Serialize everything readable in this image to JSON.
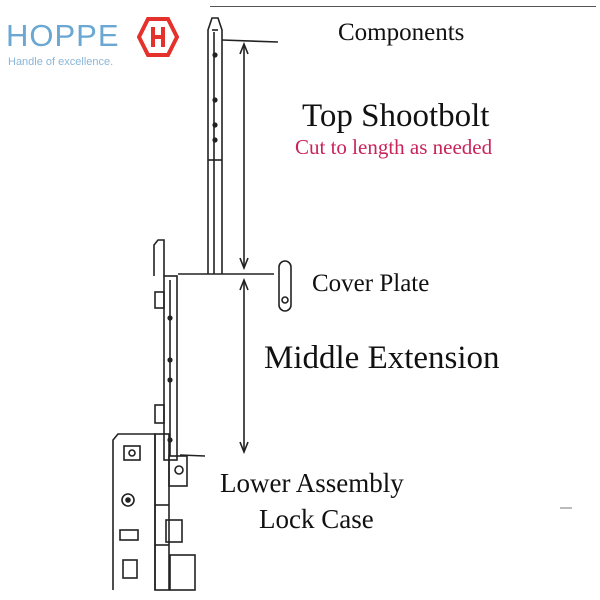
{
  "logo": {
    "brand": "HOPPE",
    "tagline": "Handle of excellence."
  },
  "labels": {
    "components": "Components",
    "top_shootbolt": "Top Shootbolt",
    "cut_note": "Cut to length as needed",
    "cover_plate": "Cover Plate",
    "middle_extension": "Middle Extension",
    "lower_assembly": "Lower Assembly",
    "lock_case": "Lock Case"
  },
  "colors": {
    "brand_blue": "#6aa7d3",
    "brand_red": "#e4312b",
    "note_red": "#c8245a",
    "line": "#222222"
  }
}
